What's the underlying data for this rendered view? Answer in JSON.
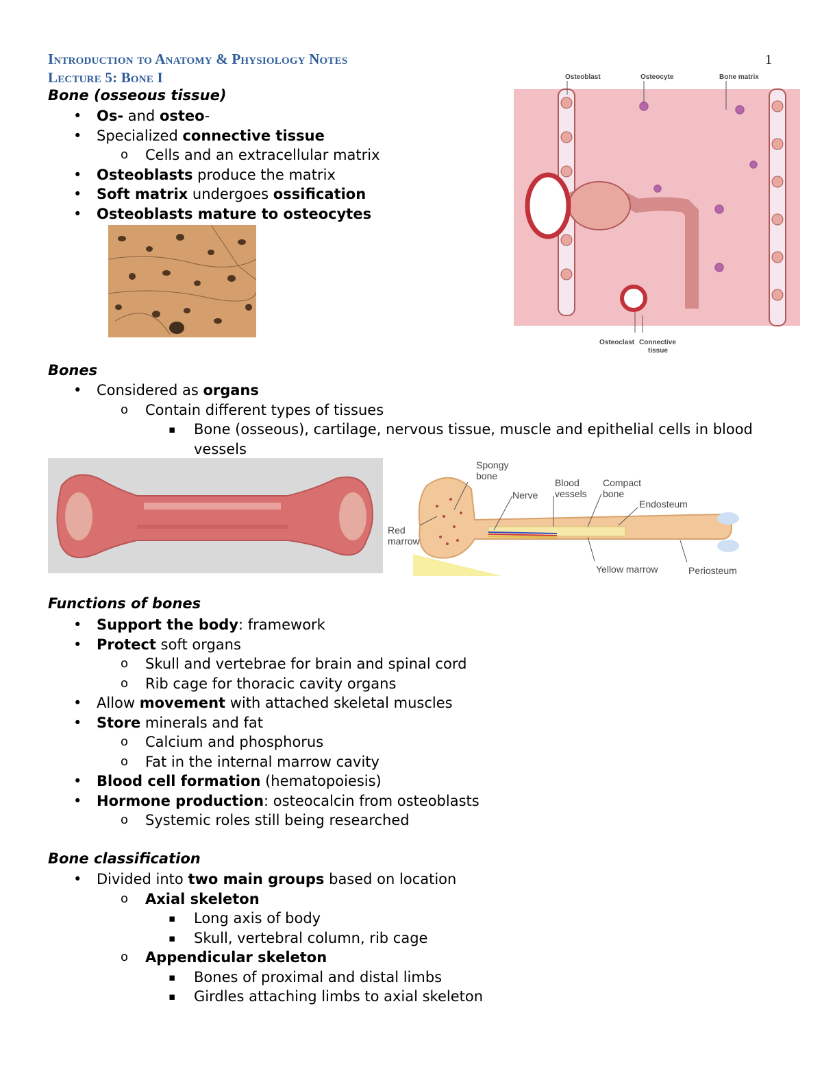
{
  "header": {
    "course": "Introduction to Anatomy & Physiology Notes",
    "lecture": "Lecture 5: Bone I",
    "page": "1"
  },
  "s1": {
    "title": "Bone (osseous tissue)",
    "i1": {
      "b1": "Os-",
      "t1": " and ",
      "b2": "osteo",
      "t2": "-"
    },
    "i2": {
      "t1": "Specialized ",
      "b1": "connective tissue"
    },
    "i3": "Cells and an extracellular matrix",
    "i4": {
      "b1": "Osteoblasts",
      "t1": " produce the matrix"
    },
    "i5": {
      "b1": "Soft matrix",
      "t1": " undergoes ",
      "b2": "ossification"
    },
    "i6": {
      "b1": "Osteoblasts mature to osteocytes"
    }
  },
  "fig1": {
    "labels": {
      "osteoblast": "Osteoblast",
      "osteocyte": "Osteocyte",
      "matrix": "Bone matrix",
      "osteoclast": "Osteoclast",
      "ct1": "Connective",
      "ct2": "tissue"
    }
  },
  "s2": {
    "title": "Bones",
    "i1": {
      "t1": "Considered as ",
      "b1": "organs"
    },
    "i2": "Contain different types of tissues",
    "i3": "Bone (osseous), cartilage, nervous tissue, muscle and epithelial cells in blood vessels"
  },
  "fig3": {
    "labels": {
      "spongy1": "Spongy",
      "spongy2": "bone",
      "nerve": "Nerve",
      "blood1": "Blood",
      "blood2": "vessels",
      "compact1": "Compact",
      "compact2": "bone",
      "endosteum": "Endosteum",
      "red1": "Red",
      "red2": "marrow",
      "yellow": "Yellow marrow",
      "periosteum": "Periosteum"
    }
  },
  "s3": {
    "title": "Functions of bones",
    "i1": {
      "b1": "Support the body",
      "t1": ": framework"
    },
    "i2": {
      "b1": "Protect",
      "t1": " soft organs"
    },
    "i3": "Skull and vertebrae for brain and spinal cord",
    "i4": "Rib cage for thoracic cavity organs",
    "i5": {
      "t1": "Allow ",
      "b1": "movement",
      "t2": " with attached skeletal muscles"
    },
    "i6": {
      "b1": "Store",
      "t1": " minerals and fat"
    },
    "i7": "Calcium and phosphorus",
    "i8": "Fat in the internal marrow cavity",
    "i9": {
      "b1": "Blood cell formation",
      "t1": " (hematopoiesis)"
    },
    "i10": {
      "b1": "Hormone production",
      "t1": ": osteocalcin from osteoblasts"
    },
    "i11": "Systemic roles still being researched"
  },
  "s4": {
    "title": "Bone classification",
    "i1": {
      "t1": "Divided into ",
      "b1": "two main groups",
      "t2": " based on location"
    },
    "i2": {
      "b1": "Axial skeleton"
    },
    "i3": "Long axis of body",
    "i4": "Skull, vertebral column, rib cage",
    "i5": {
      "b1": "Appendicular skeleton"
    },
    "i6": "Bones of proximal and distal limbs",
    "i7": "Girdles attaching limbs to axial skeleton"
  },
  "colors": {
    "header": "#2e5c9a",
    "tissue": "#f2bfc4",
    "bone_photo": "#d97070"
  }
}
